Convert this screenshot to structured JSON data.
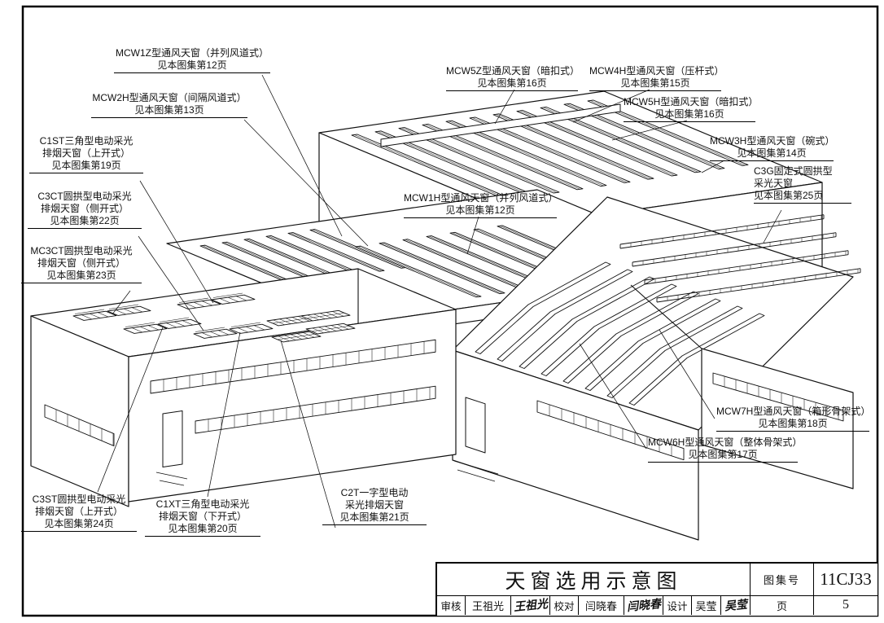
{
  "callouts": [
    {
      "id": "mcw1z",
      "lines": [
        "MCW1Z型通风天窗（并列风道式）",
        "见本图集第12页"
      ]
    },
    {
      "id": "mcw2h",
      "lines": [
        "MCW2H型通风天窗（间隔风道式）",
        "见本图集第13页"
      ]
    },
    {
      "id": "c1st",
      "lines": [
        "C1ST三角型电动采光",
        "排烟天窗（上开式）",
        "见本图集第19页"
      ]
    },
    {
      "id": "c3ct",
      "lines": [
        "C3CT圆拱型电动采光",
        "排烟天窗（侧开式）",
        "见本图集第22页"
      ]
    },
    {
      "id": "mc3ct",
      "lines": [
        "MC3CT圆拱型电动采光",
        "排烟天窗（侧开式）",
        "见本图集第23页"
      ]
    },
    {
      "id": "mcw5z",
      "lines": [
        "MCW5Z型通风天窗（暗扣式）",
        "见本图集第16页"
      ]
    },
    {
      "id": "mcw4h",
      "lines": [
        "MCW4H型通风天窗（压杆式）",
        "见本图集第15页"
      ]
    },
    {
      "id": "mcw5h",
      "lines": [
        "MCW5H型通风天窗（暗扣式）",
        "见本图集第16页"
      ]
    },
    {
      "id": "mcw3h",
      "lines": [
        "MCW3H型通风天窗（碗式）",
        "见本图集第14页"
      ]
    },
    {
      "id": "c3g",
      "lines": [
        "C3G固定式圆拱型",
        "采光天窗",
        "见本图集第25页"
      ]
    },
    {
      "id": "mcw1h",
      "lines": [
        "MCW1H型通风天窗（并列风道式）",
        "见本图集第12页"
      ]
    },
    {
      "id": "mcw7h",
      "lines": [
        "MCW7H型通风天窗（箱形骨架式）",
        "见本图集第18页"
      ]
    },
    {
      "id": "mcw6h",
      "lines": [
        "MCW6H型通风天窗（整体骨架式）",
        "见本图集第17页"
      ]
    },
    {
      "id": "c3st",
      "lines": [
        "C3ST圆拱型电动采光",
        "排烟天窗（上开式）",
        "见本图集第24页"
      ]
    },
    {
      "id": "c1xt",
      "lines": [
        "C1XT三角型电动采光",
        "排烟天窗（下开式）",
        "见本图集第20页"
      ]
    },
    {
      "id": "c2t",
      "lines": [
        "C2T一字型电动",
        "采光排烟天窗",
        "见本图集第21页"
      ]
    }
  ],
  "titleblock": {
    "title": "天窗选用示意图",
    "atlas_no_label": "图集号",
    "atlas_no": "11CJ33",
    "page_label": "页",
    "page_no": "5",
    "reviewer_label": "审核",
    "reviewer_name": "王祖光",
    "reviewer_signature": "王祖光",
    "checker_label": "校对",
    "checker_name": "闫晓春",
    "checker_signature": "闫晓春",
    "designer_label": "设计",
    "designer_name": "吴莹",
    "designer_signature": "吴莹"
  }
}
